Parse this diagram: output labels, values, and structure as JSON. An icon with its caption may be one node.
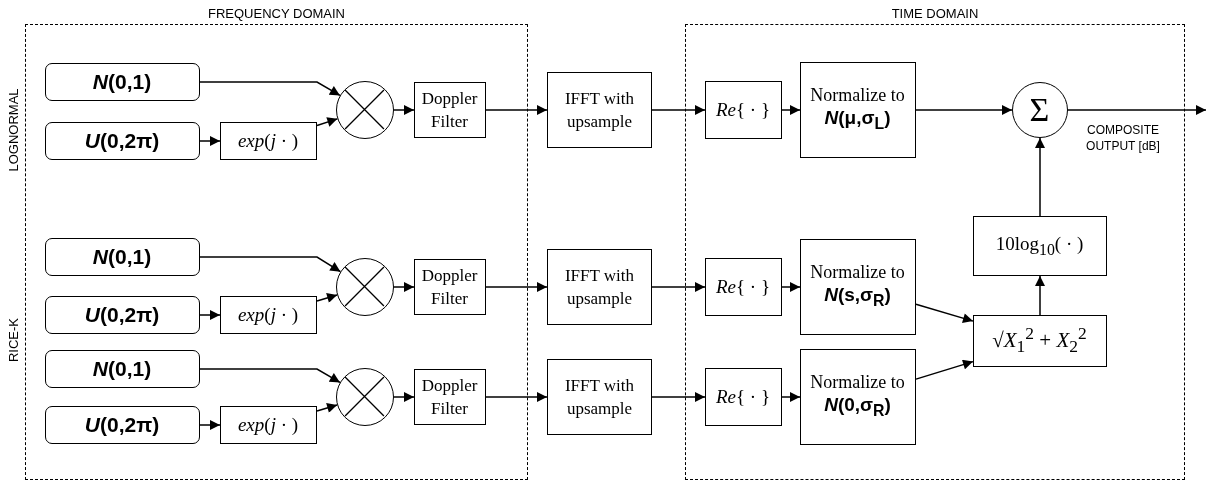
{
  "diagram": {
    "nodes": [
      {
        "text": [
          "FREQUENCY DOMAIN"
        ]
      },
      {
        "text": [
          "*N*(0,1)"
        ],
        "in": 0
      },
      {
        "text": [
          "*U*(0,2π)"
        ],
        "in": 0
      },
      {
        "text": [
          "*exp*(*j* · )"
        ],
        "in": 0
      },
      {
        "text": [],
        "shape": "circle",
        "in": 0
      },
      {
        "text": [
          "Doppler Filter"
        ],
        "in": 0
      },
      {
        "text": [
          "IFFT with upsample"
        ]
      },
      {
        "text": [
          "TIME DOMAIN"
        ]
      },
      {
        "text": [
          "*Re*{ · }"
        ],
        "in": 7
      },
      {
        "text": [
          "Normalize to",
          "*N*(μ,σ$_{L}$)"
        ],
        "in": 7
      },
      {
        "text": [
          "Σ"
        ],
        "in": 7
      },
      {
        "text": [
          "10log$_{10}$( · )"
        ],
        "in": 7
      },
      {
        "text": [
          "*N*(0,1)"
        ],
        "in": 0
      },
      {
        "text": [
          "*U*(0,2π)"
        ],
        "in": 0
      },
      {
        "text": [
          "*exp*(*j* · )"
        ],
        "in": 0
      },
      {
        "text": [],
        "shape": "circle",
        "in": 0
      },
      {
        "text": [
          "Doppler Filter"
        ],
        "in": 0
      },
      {
        "text": [
          "IFFT with upsample"
        ]
      },
      {
        "text": [
          "*Re*{ · }"
        ],
        "in": 7
      },
      {
        "text": [
          "Normalize to",
          "*N*(s,σ$_{R}$)"
        ],
        "in": 7
      },
      {
        "text": [
          "√*X*$_{1}$$^{2}$ + *X*$_{2}$$^{2}$"
        ],
        "in": 7
      },
      {
        "text": [
          "*N*(0,1)"
        ],
        "in": 0
      },
      {
        "text": [
          "*U*(0,2π)"
        ],
        "in": 0
      },
      {
        "text": [
          "*exp*(*j* · )"
        ],
        "in": 0
      },
      {
        "text": [],
        "shape": "circle",
        "in": 0
      },
      {
        "text": [
          "Doppler Filter"
        ],
        "in": 0
      },
      {
        "text": [
          "IFFT with upsample"
        ]
      },
      {
        "text": [
          "*Re*{ · }"
        ],
        "in": 7
      },
      {
        "text": [
          "Normalize to",
          "*N*(0,σ$_{R}$)"
        ],
        "in": 7
      }
    ],
    "edges": [
      {
        "from": 1,
        "to": 4,
        "arrow": "to"
      },
      {
        "from": 2,
        "to": 3,
        "arrow": "to"
      },
      {
        "from": 3,
        "to": 4,
        "arrow": "to"
      },
      {
        "from": 4,
        "to": 5,
        "arrow": "to"
      },
      {
        "from": 5,
        "to": 6,
        "arrow": "to"
      },
      {
        "from": 6,
        "to": 8,
        "arrow": "to"
      },
      {
        "from": 8,
        "to": 9,
        "arrow": "to"
      },
      {
        "from": 9,
        "to": 10,
        "arrow": "to"
      },
      {
        "from": 10,
        "to": null,
        "arrow": "to"
      },
      {
        "from": 11,
        "to": 10,
        "arrow": "to"
      },
      {
        "from": 20,
        "to": 11,
        "arrow": "to"
      },
      {
        "from": 12,
        "to": 15,
        "arrow": "to"
      },
      {
        "from": 13,
        "to": 14,
        "arrow": "to"
      },
      {
        "from": 14,
        "to": 15,
        "arrow": "to"
      },
      {
        "from": 15,
        "to": 16,
        "arrow": "to"
      },
      {
        "from": 16,
        "to": 17,
        "arrow": "to"
      },
      {
        "from": 17,
        "to": 18,
        "arrow": "to"
      },
      {
        "from": 18,
        "to": 19,
        "arrow": "to"
      },
      {
        "from": 19,
        "to": 20,
        "arrow": "to"
      },
      {
        "from": 21,
        "to": 24,
        "arrow": "to"
      },
      {
        "from": 22,
        "to": 23,
        "arrow": "to"
      },
      {
        "from": 23,
        "to": 24,
        "arrow": "to"
      },
      {
        "from": 24,
        "to": 25,
        "arrow": "to"
      },
      {
        "from": 25,
        "to": 26,
        "arrow": "to"
      },
      {
        "from": 26,
        "to": 27,
        "arrow": "to"
      },
      {
        "from": 27,
        "to": 28,
        "arrow": "to"
      },
      {
        "from": 28,
        "to": 20,
        "arrow": "to"
      }
    ],
    "labels": [
      "LOGNORMAL",
      "RICE-K",
      "COMPOSITE OUTPUT [dB]"
    ]
  }
}
